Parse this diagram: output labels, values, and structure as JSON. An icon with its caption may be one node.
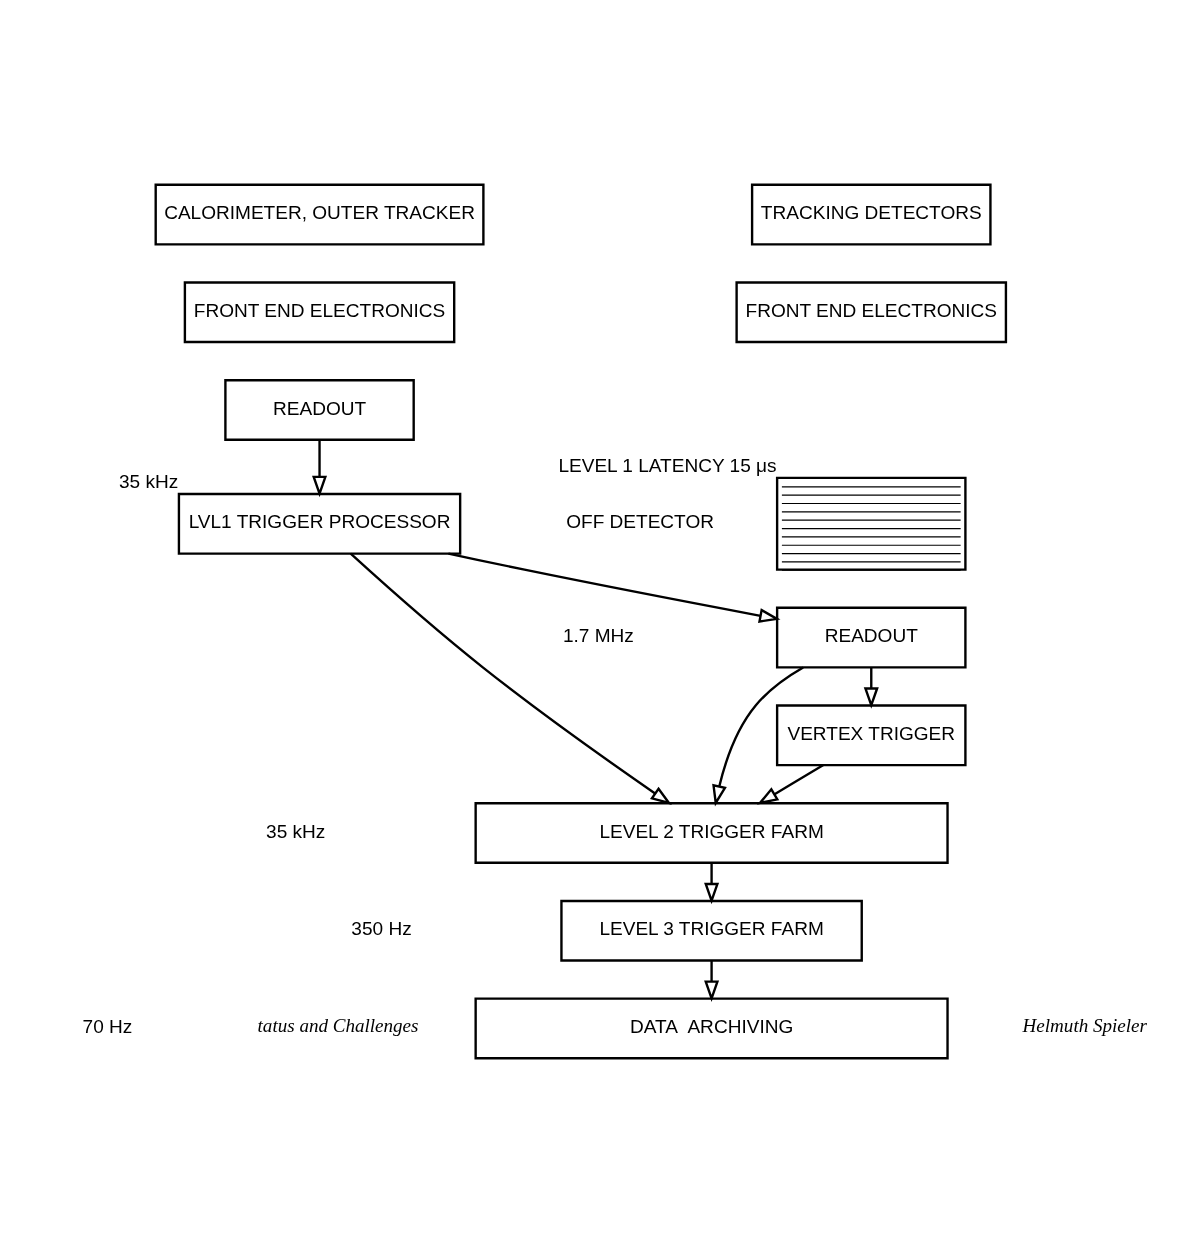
{
  "diagram": {
    "nodes": [
      {
        "text": [
          "CALORIMETER, OUTER TRACKER"
        ]
      },
      {
        "text": [
          "FRONT END ELECTRONICS"
        ]
      },
      {
        "text": [
          "READOUT"
        ]
      },
      {
        "text": [
          "TRACKING DETECTORS"
        ]
      },
      {
        "text": [
          "FRONT END ELECTRONICS"
        ]
      },
      {
        "text": [],
        "shape": "box",
        "beside": [
          "LEVEL 1 LATENCY 15 μs"
        ]
      },
      {
        "text": [
          "READOUT"
        ]
      },
      {
        "text": [
          "LVL1 TRIGGER PROCESSOR"
        ],
        "beside": [
          "35 kHz"
        ]
      },
      {
        "text": [
          "VERTEX TRIGGER"
        ]
      },
      {
        "text": [
          "LEVEL 2 TRIGGER FARM"
        ]
      },
      {
        "text": [
          "LEVEL 3 TRIGGER FARM"
        ]
      },
      {
        "text": [
          "DATA  ARCHIVING"
        ]
      }
    ],
    "edges": [
      {
        "from": 2,
        "to": 7,
        "arrow": "to"
      },
      {
        "from": 7,
        "to": 6,
        "arrow": "to"
      },
      {
        "from": 6,
        "to": 8,
        "arrow": "to"
      },
      {
        "from": 6,
        "to": 9,
        "arrow": "to"
      },
      {
        "from": 7,
        "to": 9,
        "arrow": "to"
      },
      {
        "from": 8,
        "to": 9,
        "arrow": "to"
      },
      {
        "from": 9,
        "to": 10,
        "arrow": "to"
      },
      {
        "from": 10,
        "to": 11,
        "arrow": "to"
      }
    ],
    "labels": [
      "1.7 MHz",
      "OFF DETECTOR",
      "35 kHz",
      "350 Hz",
      "70 Hz",
      "tatus and Challenges",
      "Helmuth Spieler"
    ]
  }
}
